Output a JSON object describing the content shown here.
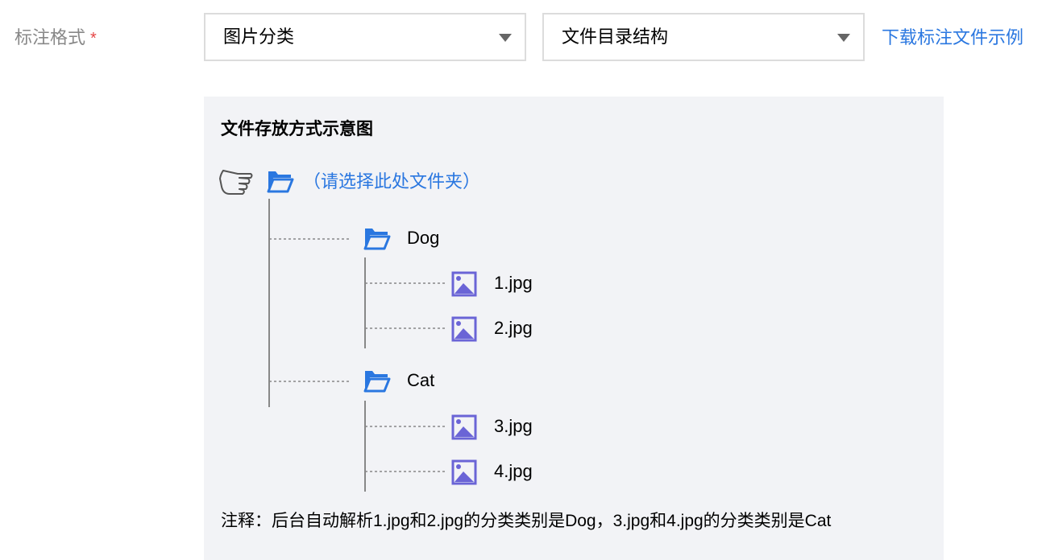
{
  "form": {
    "label": "标注格式",
    "required_mark": "*",
    "format_select": {
      "value": "图片分类"
    },
    "structure_select": {
      "value": "文件目录结构"
    },
    "download_link": "下载标注文件示例"
  },
  "diagram": {
    "title": "文件存放方式示意图",
    "root_hint": "（请选择此处文件夹）",
    "folders": [
      {
        "name": "Dog",
        "files": [
          "1.jpg",
          "2.jpg"
        ]
      },
      {
        "name": "Cat",
        "files": [
          "3.jpg",
          "4.jpg"
        ]
      }
    ],
    "note": "注释：后台自动解析1.jpg和2.jpg的分类类别是Dog，3.jpg和4.jpg的分类类别是Cat"
  },
  "colors": {
    "folder_icon": "#2a77e0",
    "image_icon": "#6a64d6",
    "link": "#2a77e0"
  }
}
